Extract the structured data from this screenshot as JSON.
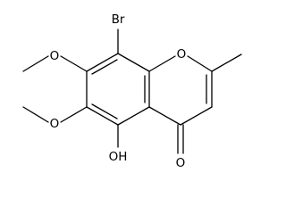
{
  "molecule": {
    "atom_labels": {
      "br": "Br",
      "o_ring": "O",
      "o_carbonyl": "O",
      "o_methoxy_7": "O",
      "o_methoxy_6": "O",
      "oh": "OH"
    }
  },
  "colors": {
    "bond": "#000000",
    "text": "#000000",
    "background": "#ffffff"
  }
}
